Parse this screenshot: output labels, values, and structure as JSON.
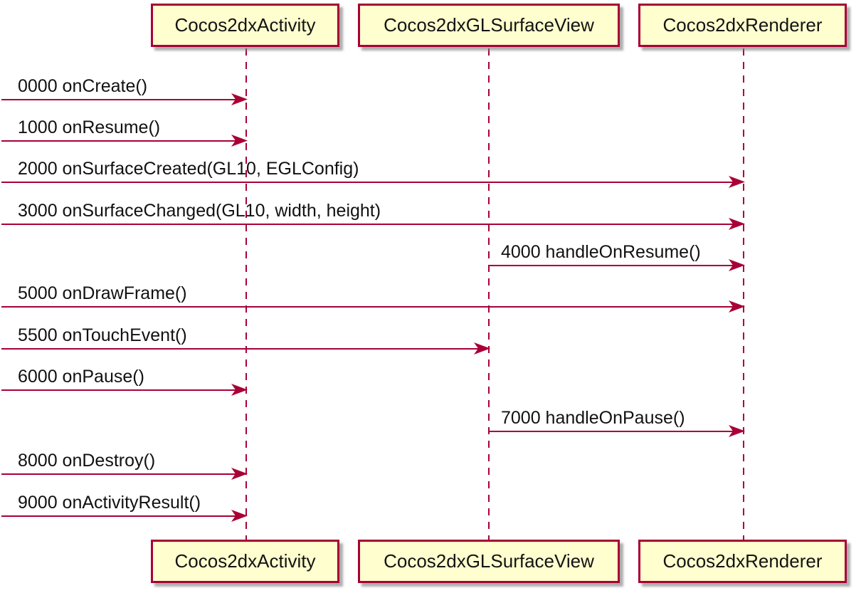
{
  "diagram": {
    "type": "sequence",
    "participants": [
      {
        "id": "activity",
        "name": "Cocos2dxActivity"
      },
      {
        "id": "glsurface",
        "name": "Cocos2dxGLSurfaceView"
      },
      {
        "id": "renderer",
        "name": "Cocos2dxRenderer"
      }
    ],
    "messages": [
      {
        "label": "0000 onCreate()",
        "from": "left",
        "to": "activity"
      },
      {
        "label": "1000 onResume()",
        "from": "left",
        "to": "activity"
      },
      {
        "label": "2000 onSurfaceCreated(GL10, EGLConfig)",
        "from": "left",
        "to": "renderer"
      },
      {
        "label": "3000 onSurfaceChanged(GL10, width, height)",
        "from": "left",
        "to": "renderer"
      },
      {
        "label": "4000 handleOnResume()",
        "from": "glsurface",
        "to": "renderer"
      },
      {
        "label": "5000 onDrawFrame()",
        "from": "left",
        "to": "renderer"
      },
      {
        "label": "5500 onTouchEvent()",
        "from": "left",
        "to": "glsurface"
      },
      {
        "label": "6000 onPause()",
        "from": "left",
        "to": "activity"
      },
      {
        "label": "7000 handleOnPause()",
        "from": "glsurface",
        "to": "renderer"
      },
      {
        "label": "8000 onDestroy()",
        "from": "left",
        "to": "activity"
      },
      {
        "label": "9000 onActivityResult()",
        "from": "left",
        "to": "activity"
      }
    ],
    "colors": {
      "box_fill": "#FEFECE",
      "box_border": "#A80036",
      "arrow": "#A80036",
      "lifeline": "#A80036",
      "text": "#111111",
      "background": "#FFFFFF"
    }
  }
}
